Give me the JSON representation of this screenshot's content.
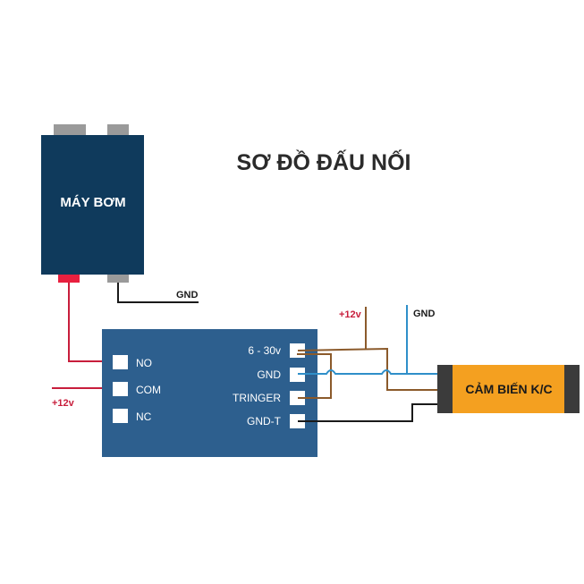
{
  "title": "SƠ ĐỒ ĐẤU NỐI",
  "pump": {
    "label": "MÁY BƠM"
  },
  "relay": {
    "left_terminals": [
      "NO",
      "COM",
      "NC"
    ],
    "right_terminals": [
      "6 - 30v",
      "GND",
      "TRINGER",
      "GND-T"
    ]
  },
  "sensor": {
    "label": "CẢM BIẾN K/C"
  },
  "labels": {
    "pump_gnd": "GND",
    "com_supply": "+12v",
    "sensor_supply": "+12v",
    "sensor_gnd": "GND"
  },
  "colors": {
    "pump_body": "#0f3a5c",
    "relay_board": "#2d5f8e",
    "sensor_body": "#f4a020",
    "wire_brown": "#8b5a2b",
    "wire_blue": "#2f8fc9",
    "wire_red": "#c81e3c",
    "wire_black": "#1a1a1a"
  }
}
